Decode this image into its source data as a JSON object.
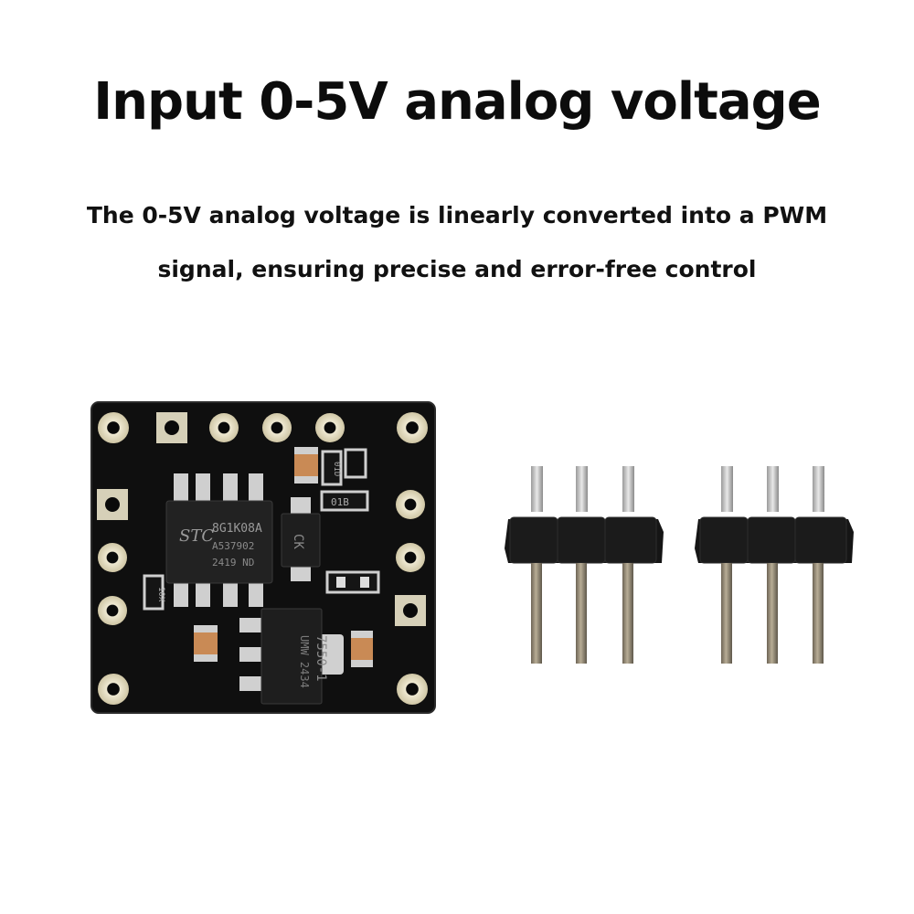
{
  "header": {
    "title": "Input 0-5V analog voltage",
    "subtitle_line1": "The 0-5V analog voltage is linearly converted into a PWM",
    "subtitle_line2": "signal, ensuring precise and error-free control"
  },
  "board": {
    "mcu_marking_line1": "8G1K08A",
    "mcu_marking_line2": "A537902",
    "mcu_marking_line3": "2419 ND",
    "mcu_logo": "STC",
    "diode_marking": "CK",
    "regulator_marking_line1": "7550-1",
    "regulator_marking_line2": "UMW 2434",
    "resistor_label_1": "01D",
    "resistor_label_2": "01B",
    "resistor_label_3": "10X"
  },
  "colors": {
    "pcb": "#0f0f0f",
    "pad_gold": "#d9d2b5",
    "pad_silver": "#c9c9c9",
    "capacitor": "#c98a55",
    "header_plastic": "#151515",
    "pin_metal": "#8a8070"
  }
}
